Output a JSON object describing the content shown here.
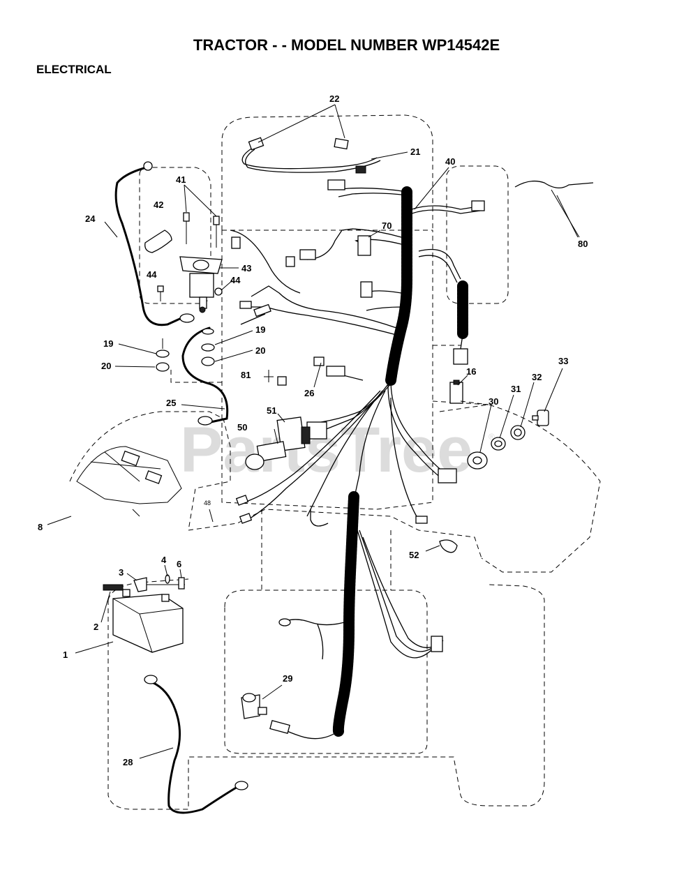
{
  "header": {
    "title": "TRACTOR - - MODEL NUMBER WP14542E",
    "section": "ELECTRICAL"
  },
  "watermark": {
    "text": "PartsTree",
    "subtext": "®"
  },
  "callouts": {
    "c1": "1",
    "c2": "2",
    "c3": "3",
    "c4": "4",
    "c6": "6",
    "c8": "8",
    "c16": "16",
    "c19a": "19",
    "c19b": "19",
    "c20a": "20",
    "c20b": "20",
    "c21": "21",
    "c22": "22",
    "c24": "24",
    "c25": "25",
    "c26": "26",
    "c28": "28",
    "c29": "29",
    "c30": "30",
    "c31": "31",
    "c32": "32",
    "c33": "33",
    "c40": "40",
    "c41": "41",
    "c42": "42",
    "c43": "43",
    "c44a": "44",
    "c44b": "44",
    "c48": "48",
    "c50": "50",
    "c51": "51",
    "c52": "52",
    "c70": "70",
    "c80": "80",
    "c81": "81"
  }
}
